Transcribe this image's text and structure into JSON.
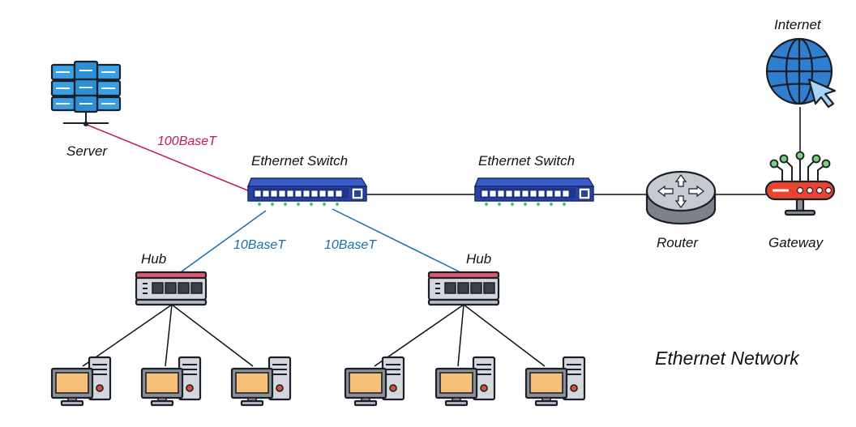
{
  "title": "Ethernet Network",
  "nodes": {
    "server": "Server",
    "switch_left": "Ethernet Switch",
    "switch_right": "Ethernet Switch",
    "router": "Router",
    "gateway": "Gateway",
    "internet": "Internet",
    "hub_left": "Hub",
    "hub_right": "Hub"
  },
  "links": {
    "server_to_switch": "100BaseT",
    "switch_to_hub_left": "10BaseT",
    "switch_to_hub_right": "10BaseT"
  },
  "icons": {
    "server": "server-icon",
    "switch": "switch-icon",
    "router": "router-icon",
    "gateway": "gateway-icon",
    "internet": "globe-icon",
    "hub": "hub-icon",
    "computer": "computer-icon"
  },
  "colors": {
    "link_100baset": "#c0185a",
    "link_10baset": "#1a6fa8",
    "link_default": "#111111",
    "switch_blue": "#2743a6",
    "globe_blue": "#2f7fd0",
    "gateway_red": "#e8442f",
    "monitor_screen": "#f7c07a"
  }
}
